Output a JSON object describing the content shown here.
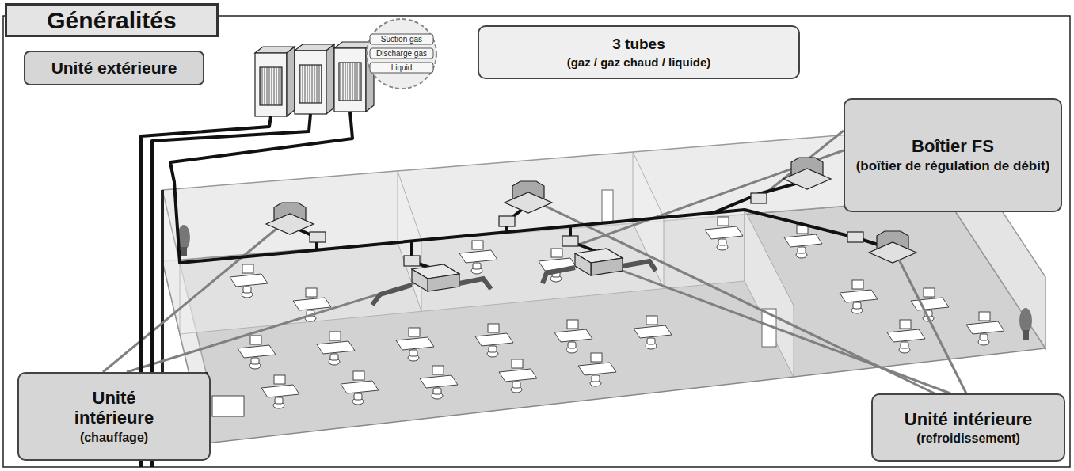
{
  "diagram": {
    "title": "Généralités",
    "nodes": [
      {
        "text": [
          "Unité extérieure"
        ]
      },
      {
        "text": [
          "3 tubes",
          "(gaz / gaz chaud / liquide)"
        ]
      },
      {
        "text": [
          "Boîtier FS",
          "(boîtier de régulation de débit)"
        ]
      },
      {
        "text": [
          "Unité intérieure",
          "(chauffage)"
        ]
      },
      {
        "text": [
          "Unité intérieure",
          "(refroidissement)"
        ]
      }
    ],
    "labels": [
      "Suction gas",
      "Discharge gas",
      "Liquid"
    ]
  }
}
